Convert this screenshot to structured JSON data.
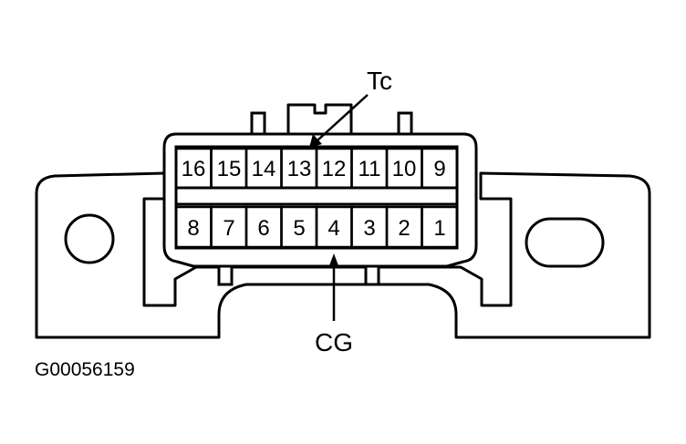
{
  "connector": {
    "top_row": [
      "16",
      "15",
      "14",
      "13",
      "12",
      "11",
      "10",
      "9"
    ],
    "bottom_row": [
      "8",
      "7",
      "6",
      "5",
      "4",
      "3",
      "2",
      "1"
    ]
  },
  "callouts": {
    "tc_label": "Tc",
    "cg_label": "CG"
  },
  "figure_id": "G00056159",
  "colors": {
    "line": "#000000",
    "background": "#ffffff"
  }
}
